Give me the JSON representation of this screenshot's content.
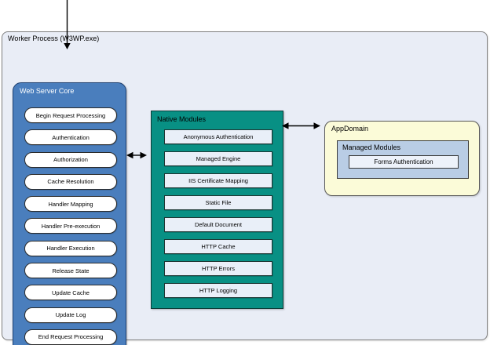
{
  "diagram": {
    "worker_process": {
      "title": "Worker Process (W3WP.exe)"
    },
    "web_server_core": {
      "title": "Web Server Core",
      "stages": [
        "Begin Request Processing",
        "Authentication",
        "Authorization",
        "Cache Resolution",
        "Handler Mapping",
        "Handler Pre-execution",
        "Handler Execution",
        "Release State",
        "Update Cache",
        "Update Log",
        "End Request Processing"
      ]
    },
    "native_modules": {
      "title": "Native Modules",
      "modules": [
        "Anonymous Authentication",
        "Managed Engine",
        "IIS Certificate Mapping",
        "Static File",
        "Default Document",
        "HTTP Cache",
        "HTTP Errors",
        "HTTP Logging"
      ]
    },
    "app_domain": {
      "title": "AppDomain",
      "managed_modules": {
        "title": "Managed Modules",
        "modules": [
          "Forms Authentication"
        ]
      }
    },
    "colors": {
      "outer_fill": "#e9edf6",
      "core_fill": "#4a7ebd",
      "native_fill": "#089084",
      "appdomain_fill": "#fbfbd8",
      "managed_fill": "#b9cde5",
      "node_fill": "#e9eff8",
      "arrow": "#000000"
    }
  }
}
